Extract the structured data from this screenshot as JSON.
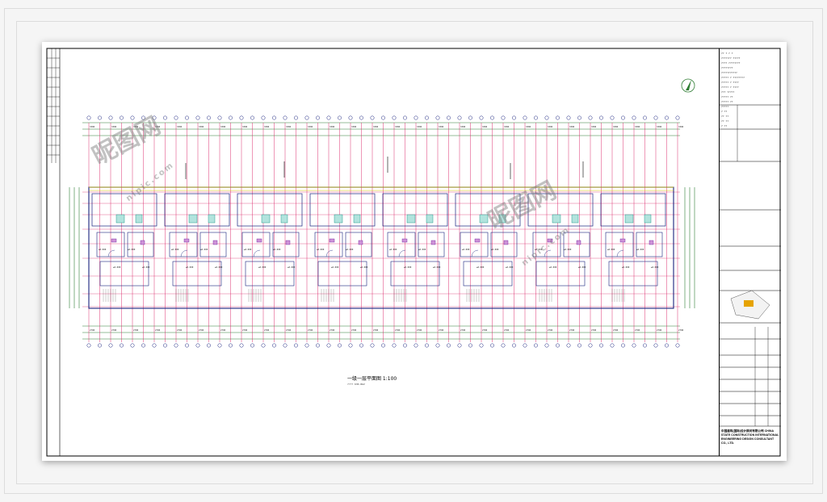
{
  "drawing": {
    "plan_title": "一级一层平面图  1:100",
    "plan_subtitle": "???? 636.0m2",
    "north_label": "N"
  },
  "title_block": {
    "rows": [
      "?? ? ? ?",
      "??????? ?????",
      "???? ????????",
      "????????",
      "???????????",
      "????? ? ????????",
      "????? ? ????",
      "????? ? ????",
      "??? ?????",
      "????? ??",
      "????? ??",
      "?????",
      "? ??",
      "?? ??",
      "?? ??",
      "? ??"
    ],
    "company": "中国建筑(国际)设计顾问有限公司 CHINA STATE CONSTRUCTION INTERNATIONAL ENGINEERING DESIGN CONSULTANT CO., LTD."
  },
  "colors": {
    "sheet_bg": "#ffffff",
    "wall": "#d81b60",
    "dim": "#2e7d32",
    "grid": "#1a237e",
    "plain": "#00897b",
    "yellow": "#d4c000",
    "text": "#222222"
  },
  "watermark": {
    "cn": "昵图网",
    "en": "nipic.com"
  }
}
